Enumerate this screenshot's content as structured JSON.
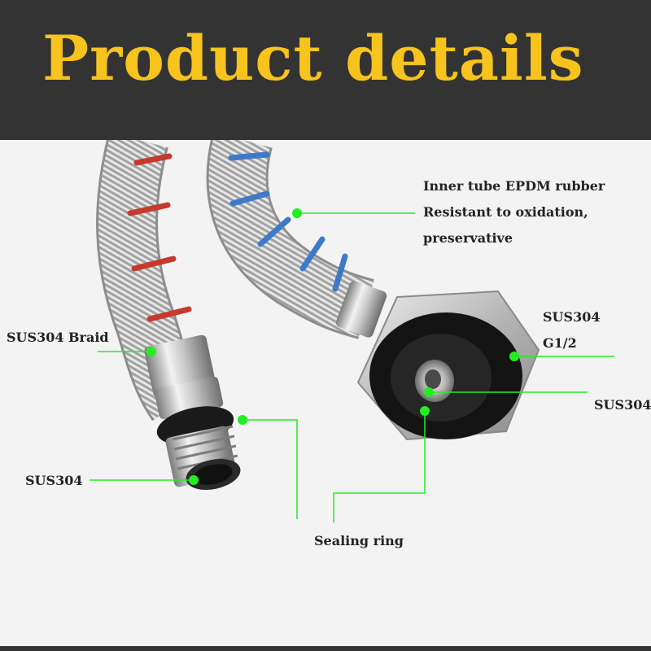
{
  "header": {
    "title": "Product details"
  },
  "colors": {
    "header_bg": "#333333",
    "title": "#f7c31d",
    "callout": "#22ee22",
    "background": "#f3f3f3"
  },
  "callouts": {
    "inner_tube": [
      "Inner tube EPDM rubber",
      "Resistant to oxidation,",
      "preservative"
    ],
    "braid": "SUS304 Braid",
    "nut_material": "SUS304",
    "nut_thread": "G1/2",
    "nut_bore": "SUS304",
    "male_thread": "SUS304",
    "sealing_ring": "Sealing ring"
  }
}
